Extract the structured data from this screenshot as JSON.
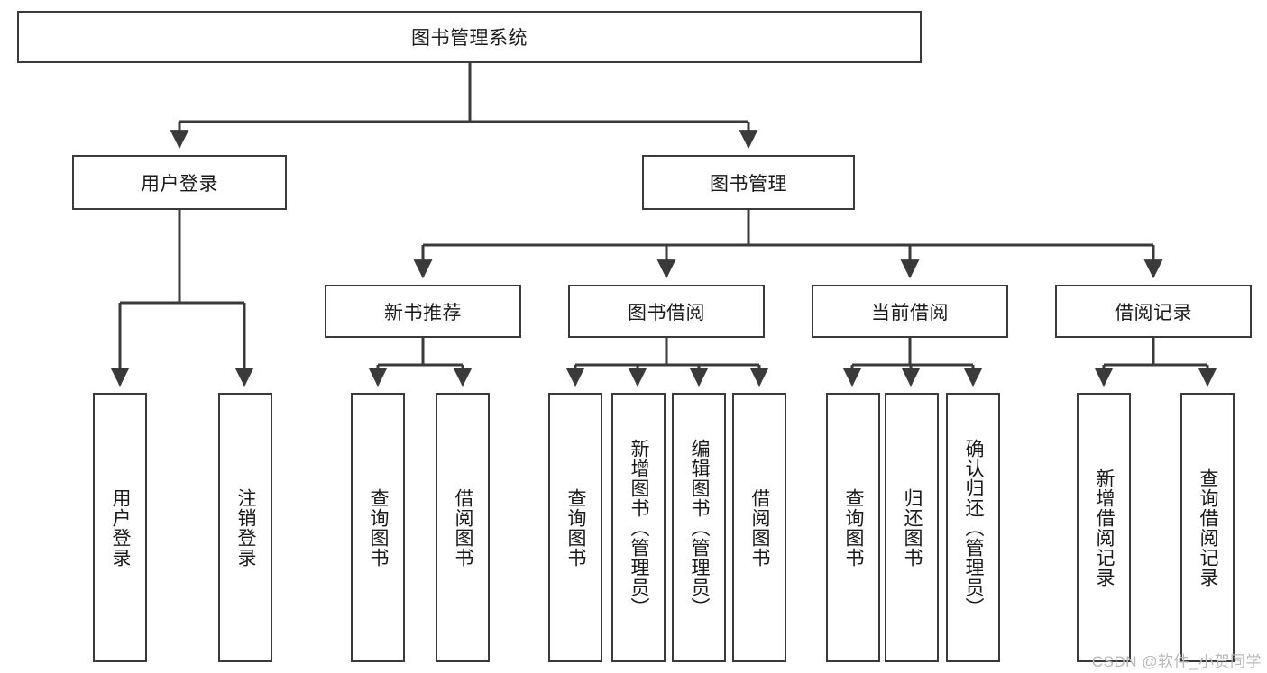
{
  "diagram": {
    "title": "图书管理系统",
    "watermark": "CSDN @软件_小贺同学",
    "line_color": "#3a3a3a",
    "background_color": "#ffffff",
    "text_color": "#1a1a1a",
    "nodes": {
      "root": "图书管理系统",
      "level2": [
        "用户登录",
        "图书管理"
      ],
      "level3": [
        "新书推荐",
        "图书借阅",
        "当前借阅",
        "借阅记录"
      ],
      "leaves": {
        "user_login": [
          "用户登录",
          "注销登录"
        ],
        "new_book": [
          "查询图书",
          "借阅图书"
        ],
        "book_borrow": [
          "查询图书",
          "新增图书（管理员）",
          "编辑图书（管理员）",
          "借阅图书"
        ],
        "current_borrow": [
          "查询图书",
          "归还图书",
          "确认归还（管理员）"
        ],
        "borrow_record": [
          "新增借阅记录",
          "查询借阅记录"
        ]
      }
    }
  }
}
